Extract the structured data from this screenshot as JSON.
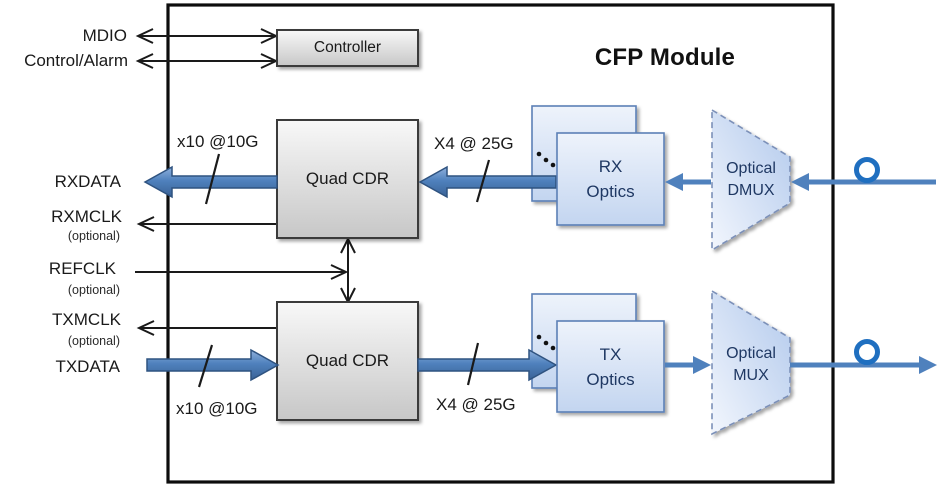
{
  "diagram": {
    "title": "CFP Module",
    "host_signals": {
      "mdio": "MDIO",
      "control_alarm": "Control/Alarm",
      "rxdata": "RXDATA",
      "rxmclk": "RXMCLK",
      "refclk": "REFCLK",
      "txmclk": "TXMCLK",
      "txdata": "TXDATA",
      "optional_note": "(optional)"
    },
    "blocks": {
      "controller": "Controller",
      "rx_quad_cdr": "Quad CDR",
      "tx_quad_cdr": "Quad CDR",
      "rx_optics": {
        "line1": "RX",
        "line2": "Optics"
      },
      "tx_optics": {
        "line1": "TX",
        "line2": "Optics"
      },
      "optical_dmux": {
        "line1": "Optical",
        "line2": "DMUX"
      },
      "optical_mux": {
        "line1": "Optical",
        "line2": "MUX"
      }
    },
    "bus_labels": {
      "rx_electrical": "x10 @10G",
      "tx_electrical": "x10 @10G",
      "rx_optical": "X4 @ 25G",
      "tx_optical": "X4 @ 25G"
    },
    "colors": {
      "block_arrow_fill": "#4f81bd",
      "block_arrow_edge": "#2f5380",
      "optical_line": "#4f81bd",
      "fiber_connector_ring": "#1f6fc0",
      "optics_box_border": "#5c80b6",
      "optics_text": "#1f3863",
      "mux_dashed_border": "#7b90b8",
      "gray_box_border": "#3a3a3a",
      "diagram_line": "#1a1a1a"
    }
  }
}
